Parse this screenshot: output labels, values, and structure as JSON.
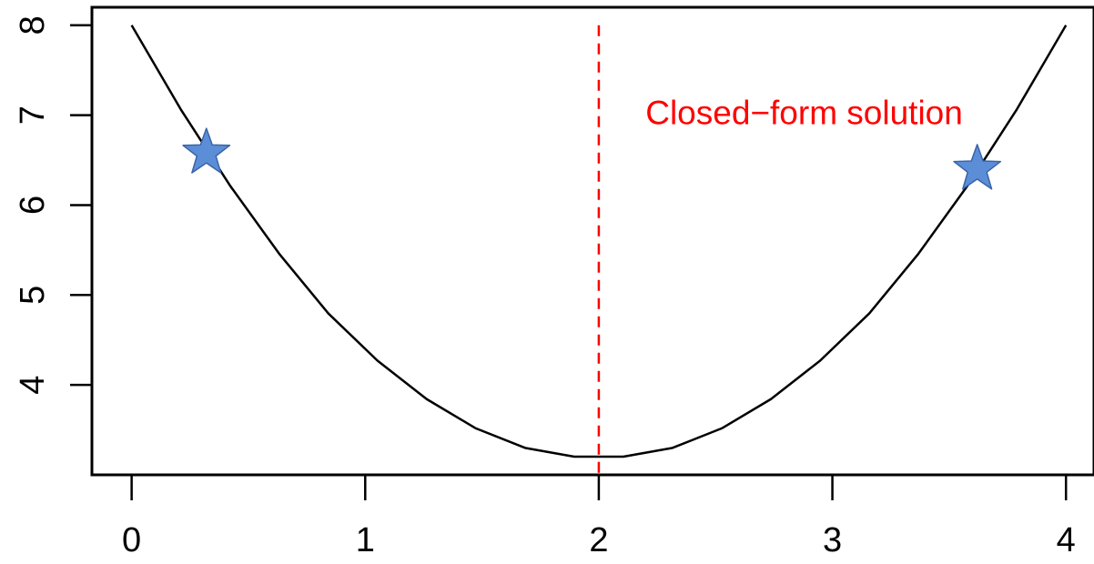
{
  "chart_data": {
    "type": "line",
    "title": "",
    "xlabel": "",
    "ylabel": "",
    "xlim": [
      -0.17,
      4.12
    ],
    "ylim": [
      3.0,
      8.2
    ],
    "x_ticks": [
      0,
      1,
      2,
      3,
      4
    ],
    "x_tick_labels": [
      "0",
      "1",
      "2",
      "3",
      "4"
    ],
    "y_ticks": [
      4,
      5,
      6,
      7,
      8
    ],
    "y_tick_labels": [
      "4",
      "5",
      "6",
      "7",
      "8"
    ],
    "grid": false,
    "series": [
      {
        "color": "#000000",
        "x": [
          0.0,
          0.2105,
          0.4211,
          0.6316,
          0.8421,
          1.0526,
          1.2632,
          1.4737,
          1.6842,
          1.8947,
          2.1053,
          2.3158,
          2.5263,
          2.7368,
          2.9474,
          3.1579,
          3.3684,
          3.5789,
          3.7895,
          4.0
        ],
        "y": [
          8.0,
          7.0643,
          6.2172,
          5.4594,
          4.795,
          4.2697,
          3.8421,
          3.517,
          3.3001,
          3.2022,
          3.2022,
          3.3001,
          3.517,
          3.8421,
          4.2697,
          4.795,
          5.4594,
          6.2172,
          7.0643,
          8.0
        ]
      }
    ],
    "vertical_line": {
      "x": 2,
      "color": "#ff0000",
      "style": "dashed"
    },
    "markers": [
      {
        "shape": "star",
        "x": 0.32,
        "y": 6.58,
        "color": "#5b8ed6"
      },
      {
        "shape": "star",
        "x": 3.62,
        "y": 6.4,
        "color": "#5b8ed6"
      }
    ],
    "annotations": [
      {
        "text": "Closed−form solution",
        "x": 2.2,
        "y": 7.0,
        "color": "#ff0000"
      }
    ]
  }
}
